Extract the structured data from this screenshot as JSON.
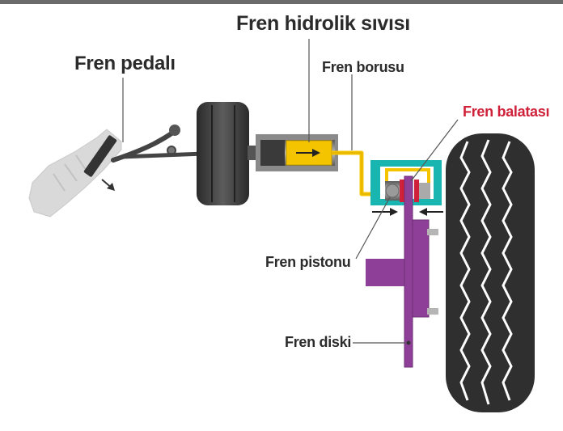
{
  "labels": {
    "fluid": "Fren hidrolik sıvısı",
    "pedal": "Fren pedalı",
    "pipe": "Fren borusu",
    "pad": "Fren balatası",
    "piston": "Fren pistonu",
    "disc": "Fren diski"
  },
  "colors": {
    "text": "#2b2b2b",
    "pad_label": "#d0213a",
    "fluid": "#f5c400",
    "caliper": "#19b5b0",
    "disc": "#8e3f98",
    "pad": "#d0213a",
    "tire": "#2f2f2f",
    "booster": "#3a3a3a",
    "shoe": "#d9d9d9"
  }
}
